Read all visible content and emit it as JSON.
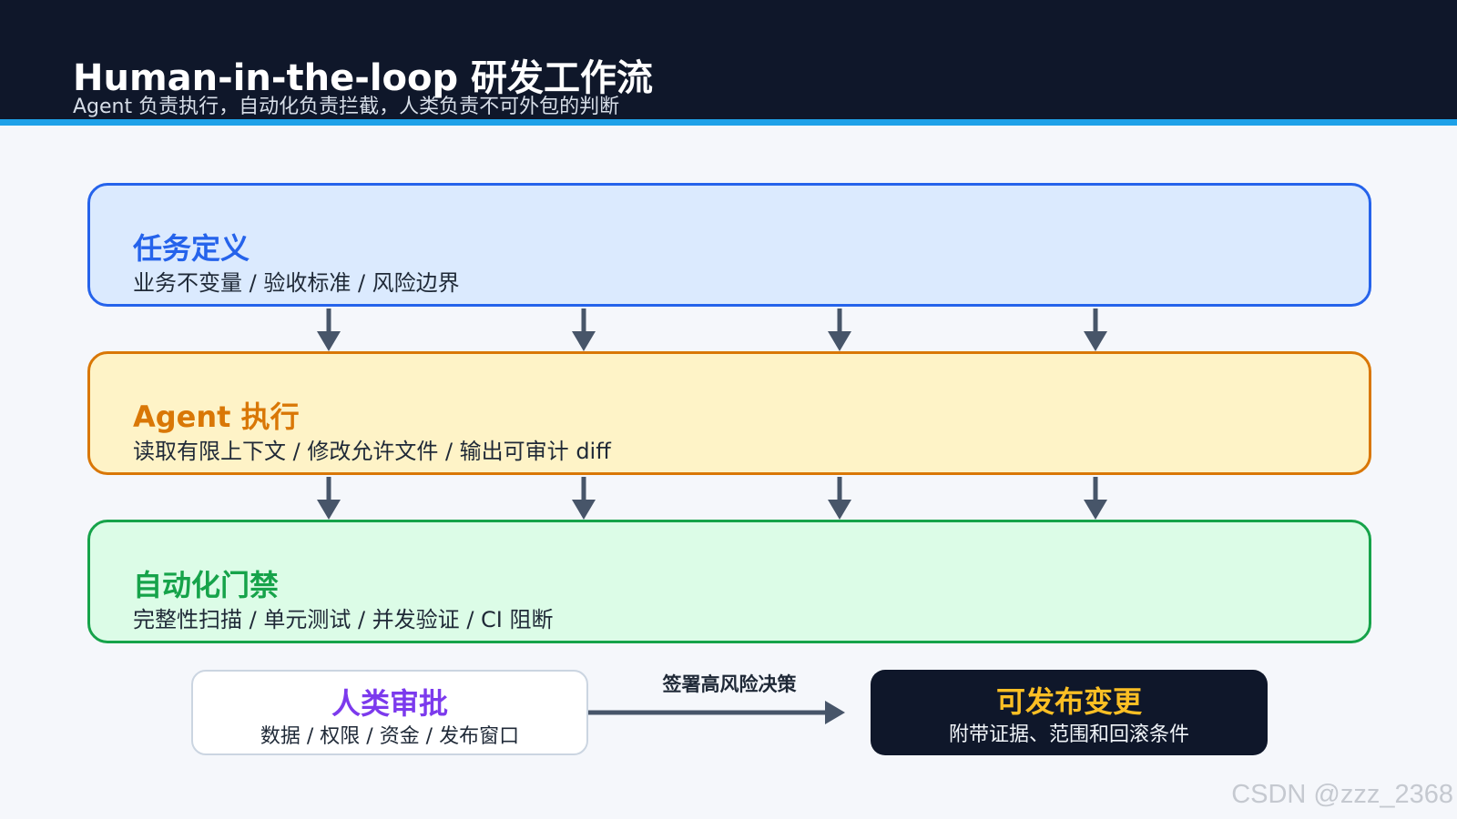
{
  "header": {
    "title": "Human-in-the-loop 研发工作流",
    "subtitle": "Agent 负责执行，自动化负责拦截，人类负责不可外包的判断"
  },
  "stages": [
    {
      "title": "任务定义",
      "description": "业务不变量 / 验收标准 / 风险边界"
    },
    {
      "title": "Agent 执行",
      "description": "读取有限上下文 / 修改允许文件 / 输出可审计 diff"
    },
    {
      "title": "自动化门禁",
      "description": "完整性扫描 / 单元测试 / 并发验证 / CI 阻断"
    }
  ],
  "approval": {
    "title": "人类审批",
    "description": "数据 / 权限 / 资金 / 发布窗口"
  },
  "edge_label": "签署高风险决策",
  "release": {
    "title": "可发布变更",
    "description": "附带证据、范围和回滚条件"
  },
  "watermark": "CSDN @zzz_2368",
  "colors": {
    "header_bg": "#0f172a",
    "header_rule": "#1ea1e8",
    "stage1": "#2563eb",
    "stage2": "#d97706",
    "stage3": "#16a34a",
    "approval": "#7c3aed",
    "release_title": "#fbbf24",
    "arrow": "#475569"
  }
}
